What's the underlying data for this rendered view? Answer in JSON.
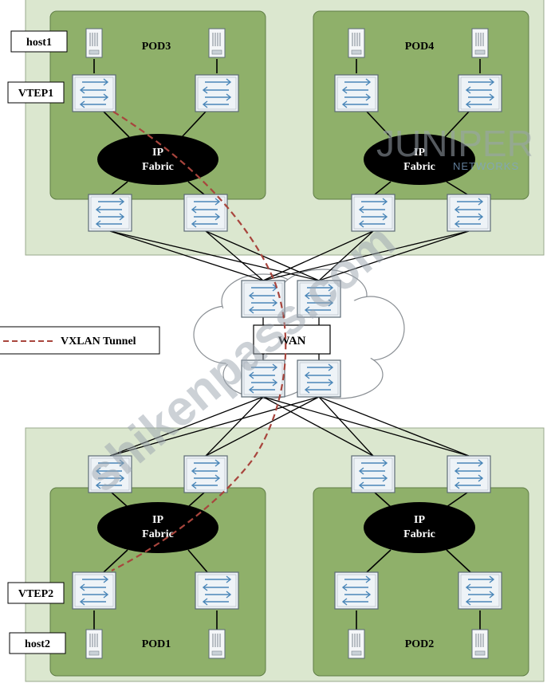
{
  "labels": {
    "host1": "host1",
    "vtep1": "VTEP1",
    "host2": "host2",
    "vtep2": "VTEP2",
    "pod1": "POD1",
    "pod2": "POD2",
    "pod3": "POD3",
    "pod4": "POD4",
    "wan": "WAN",
    "ip_line1": "IP",
    "ip_line2": "Fabric",
    "legend": "VXLAN Tunnel"
  },
  "watermark": {
    "brand": "JUNIPER",
    "brand_sub": "NETWORKS",
    "site": "shikenpass.com"
  },
  "colors": {
    "region_fill": "#dbe7cf",
    "pod_fill": "#8fb06a",
    "cloud_fill": "#ffffff",
    "tunnel": "#a8453d",
    "device_fill": "#eef3f7",
    "arrow": "#4a86b8"
  }
}
